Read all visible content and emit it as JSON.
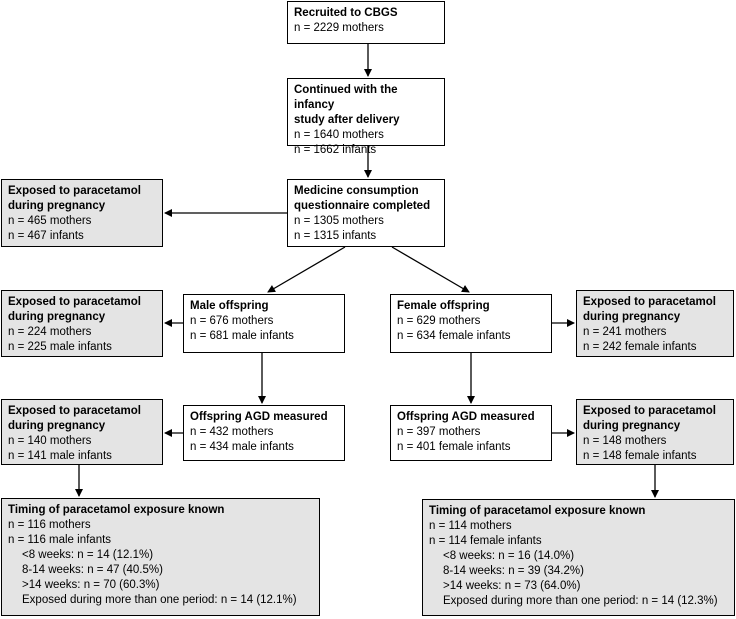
{
  "recruited": {
    "title": "Recruited to CBGS",
    "lines": [
      "n = 2229 mothers"
    ]
  },
  "continued": {
    "title": [
      "Continued with the infancy",
      "study after delivery"
    ],
    "lines": [
      "n = 1640 mothers",
      "n = 1662 infants"
    ]
  },
  "questionnaire": {
    "title": [
      "Medicine consumption",
      "questionnaire completed"
    ],
    "lines": [
      "n = 1305 mothers",
      "n = 1315 infants"
    ]
  },
  "exposed_all": {
    "title": [
      "Exposed to paracetamol",
      "during pregnancy"
    ],
    "lines": [
      "n = 465 mothers",
      "n = 467 infants"
    ]
  },
  "male": {
    "title": "Male offspring",
    "lines": [
      "n = 676 mothers",
      "n = 681 male infants"
    ]
  },
  "female": {
    "title": "Female offspring",
    "lines": [
      "n = 629 mothers",
      "n = 634 female infants"
    ]
  },
  "exposed_male": {
    "title": [
      "Exposed to paracetamol",
      "during pregnancy"
    ],
    "lines": [
      "n = 224 mothers",
      "n = 225 male infants"
    ]
  },
  "exposed_female": {
    "title": [
      "Exposed to paracetamol",
      "during pregnancy"
    ],
    "lines": [
      "n = 241 mothers",
      "n = 242 female infants"
    ]
  },
  "agd_male": {
    "title": "Offspring AGD measured",
    "lines": [
      "n = 432 mothers",
      "n = 434 male infants"
    ]
  },
  "agd_female": {
    "title": "Offspring AGD measured",
    "lines": [
      "n = 397 mothers",
      "n = 401 female infants"
    ]
  },
  "exposed_agd_male": {
    "title": [
      "Exposed to paracetamol",
      "during pregnancy"
    ],
    "lines": [
      "n = 140 mothers",
      "n = 141 male infants"
    ]
  },
  "exposed_agd_female": {
    "title": [
      "Exposed to paracetamol",
      "during pregnancy"
    ],
    "lines": [
      "n = 148 mothers",
      "n = 148 female infants"
    ]
  },
  "timing_male": {
    "title": "Timing of paracetamol exposure known",
    "lines": [
      "n = 116 mothers",
      "n = 116 male infants"
    ],
    "sub": [
      "<8 weeks: n = 14 (12.1%)",
      "8-14 weeks: n = 47 (40.5%)",
      ">14 weeks: n = 70 (60.3%)",
      "Exposed during more than one period: n = 14 (12.1%)"
    ]
  },
  "timing_female": {
    "title": "Timing of paracetamol exposure known",
    "lines": [
      "n = 114 mothers",
      "n = 114 female infants"
    ],
    "sub": [
      "<8 weeks: n = 16 (14.0%)",
      "8-14 weeks: n = 39 (34.2%)",
      ">14 weeks: n = 73 (64.0%)",
      "Exposed during more than one period: n = 14 (12.3%)"
    ]
  }
}
